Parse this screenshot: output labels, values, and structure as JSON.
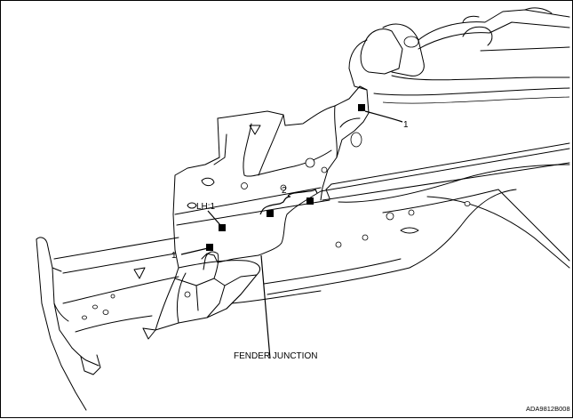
{
  "labels": {
    "weld_point_1": "1",
    "weld_point_1_lower": "1",
    "left_hand_spot": "LH:1",
    "weld_group_2": "2",
    "fender_junction": "FENDER JUNCTION"
  },
  "figure_code": "ADA9812B008"
}
